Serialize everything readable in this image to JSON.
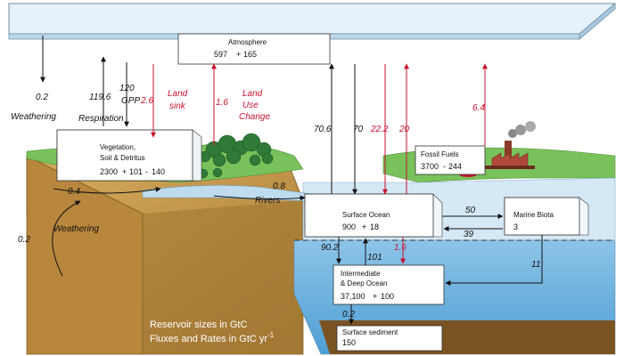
{
  "reservoirs": {
    "atmosphere": {
      "label": "Atmosphere",
      "size": "597",
      "plus": "+",
      "change": "165"
    },
    "vegetation": {
      "label_line1": "Vegetation,",
      "label_line2": "Soil & Detritus",
      "size": "2300",
      "plus": "+",
      "change_a": "101",
      "minus": "-",
      "change_b": "140"
    },
    "fossil_fuels": {
      "label": "Fossil Fuels",
      "size": "3700",
      "minus": "-",
      "change": "244"
    },
    "surface_ocean": {
      "label": "Surface Ocean",
      "size": "900",
      "plus": "+",
      "change": "18"
    },
    "marine_biota": {
      "label": "Marine Biota",
      "size": "3"
    },
    "deep_ocean": {
      "label_line1": "Intermediate",
      "label_line2": "& Deep Ocean",
      "size": "37,100",
      "plus": "+",
      "change": "100"
    },
    "sediment": {
      "label": "Surface sediment",
      "size": "150"
    }
  },
  "fluxes": {
    "weathering_left": "0.2",
    "weathering_left_label": "Weathering",
    "respiration": "119.6",
    "respiration_label": "Respiration",
    "gpp": "120",
    "gpp_label": "GPP",
    "land_sink": "2.6",
    "land_sink_label_1": "Land",
    "land_sink_label_2": "sink",
    "land_use": "1.6",
    "land_use_label_1": "Land",
    "land_use_label_2": "Use",
    "land_use_label_3": "Change",
    "ocean_out": "70.6",
    "ocean_in": "70",
    "ocean_anthro_in": "22.2",
    "ocean_anthro_out": "20",
    "fossil_emission": "6.4",
    "rivers_a": "0.4",
    "rivers_b": "0.8",
    "rivers_label": "Rivers",
    "weathering_ground": "0.2",
    "weathering_ground_label": "Weathering",
    "biota_in": "50",
    "biota_out": "39",
    "downwelling": "90.2",
    "upwelling": "101",
    "anthro_deep": "1.6",
    "biota_sink": "11",
    "sediment_flux": "0.2"
  },
  "legend": {
    "line1": "Reservoir sizes in GtC",
    "line2_prefix": "Fluxes and Rates in GtC yr",
    "line2_sup": "-1"
  },
  "colors": {
    "atmosphere": "#dcebf6",
    "ocean_surface": "#cfe3f1",
    "ocean_deep": "#79b7e0",
    "land": "#c99a4c",
    "grass": "#7cc25a",
    "red": "#c8102e"
  }
}
